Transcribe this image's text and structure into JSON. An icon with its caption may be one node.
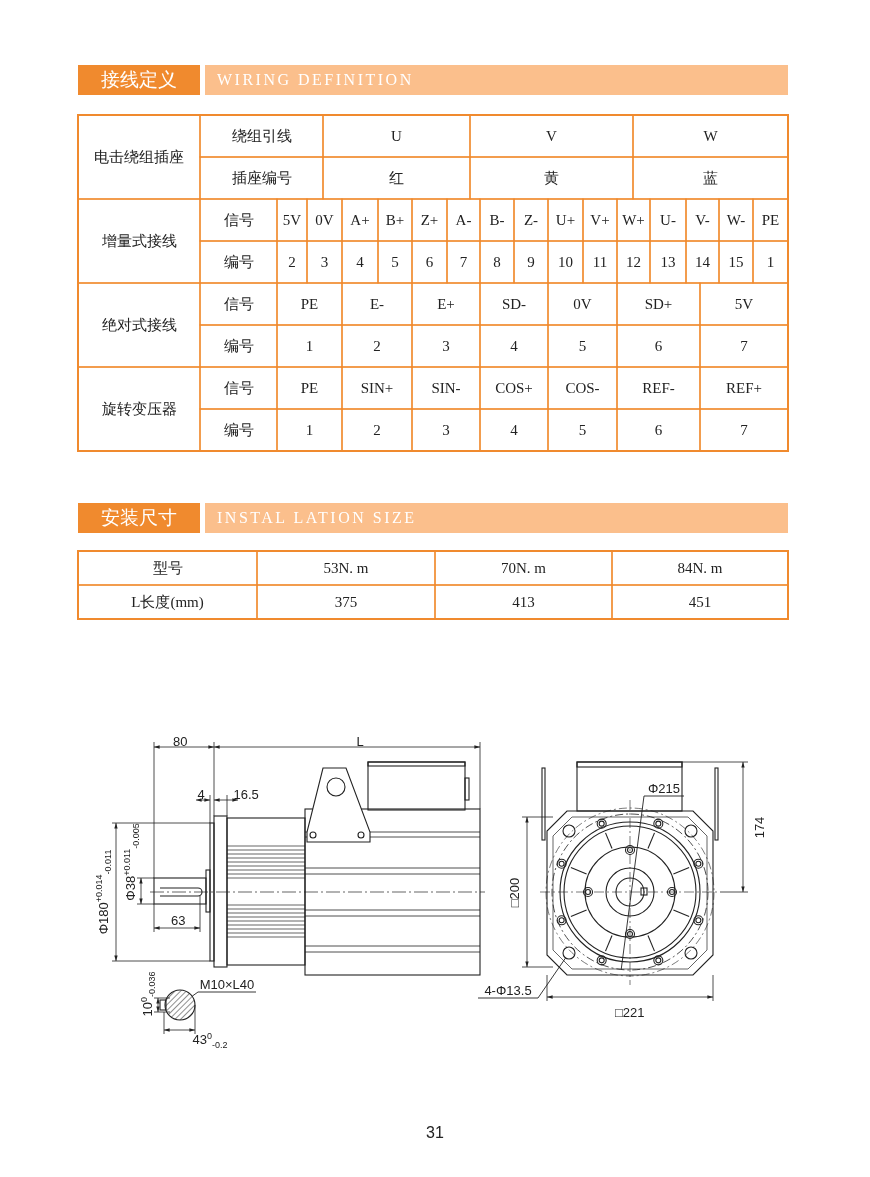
{
  "diagram": {
    "nodes": [
      {
        "text": [
          "接线定义"
        ]
      },
      {
        "text": [
          "WIRING DEFINITION"
        ]
      },
      {
        "text": [
          "安装尺寸"
        ]
      },
      {
        "text": [
          "INSTAL LATION SIZE"
        ]
      },
      {
        "text": [
          "Φ215"
        ]
      },
      {
        "text": [],
        "shape": "circle"
      },
      {
        "text": [
          "M10×L40"
        ]
      },
      {
        "text": [],
        "shape": "circle"
      },
      {
        "text": [
          "4-Φ13.5"
        ]
      },
      {
        "text": [],
        "shape": "circle"
      }
    ],
    "edges": [
      {
        "from": 4,
        "to": 5,
        "arrow": "none"
      },
      {
        "from": 6,
        "to": 7,
        "arrow": "none"
      },
      {
        "from": 8,
        "to": 9,
        "arrow": "none"
      }
    ],
    "labels": [
      "电击绕组插座",
      "绕组引线",
      "U",
      "V",
      "W",
      "插座编号",
      "红",
      "黄",
      "蓝",
      "增量式接线",
      "信号",
      "5V",
      "0V",
      "A+",
      "B+",
      "Z+",
      "A-",
      "B-",
      "Z-",
      "U+",
      "V+",
      "W+",
      "U-",
      "V-",
      "W-",
      "PE",
      "编号",
      "2",
      "3",
      "4",
      "5",
      "6",
      "7",
      "8",
      "9",
      "10",
      "11",
      "12",
      "13",
      "14",
      "15",
      "1",
      "绝对式接线",
      "信号",
      "PE",
      "E-",
      "E+",
      "SD-",
      "0V",
      "SD+",
      "5V",
      "编号",
      "1",
      "2",
      "3",
      "4",
      "5",
      "6",
      "7",
      "旋转变压器",
      "信号",
      "PE",
      "SIN+",
      "SIN-",
      "COS+",
      "COS-",
      "REF-",
      "REF+",
      "编号",
      "1",
      "2",
      "3",
      "4",
      "5",
      "6",
      "7",
      "型号",
      "53N. m",
      "70N. m",
      "84N. m",
      "L长度(mm)",
      "375",
      "413",
      "451",
      "80",
      "L",
      "4",
      "16.5",
      "Φ180$^{+0.014}$$_{-0.011}$",
      "Φ38$^{+0.011}$$_{-0.005}$",
      "63",
      "10$^{0}$$_{-0.036}$",
      "43$^{0}$$_{-0.2}$",
      "174",
      "□200",
      "□221",
      "31"
    ]
  }
}
